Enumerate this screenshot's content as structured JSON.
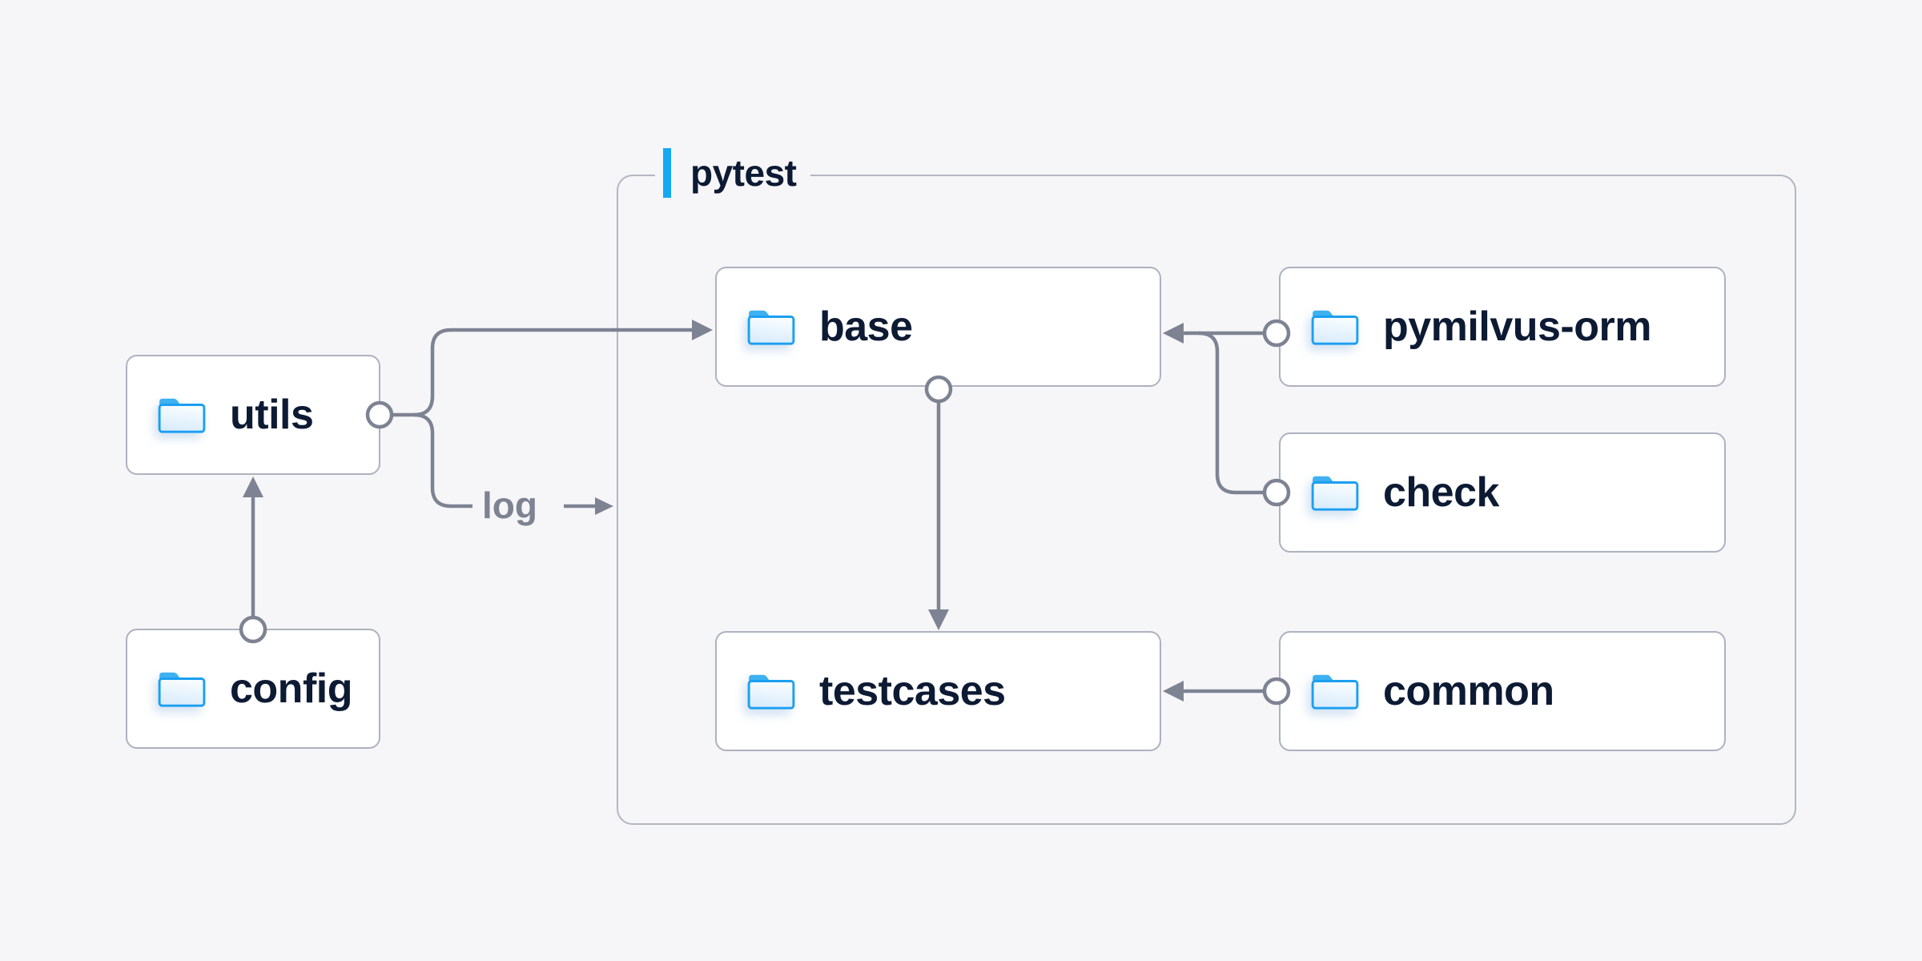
{
  "diagram": {
    "group_label": "pytest",
    "edge_label": "log",
    "nodes": [
      {
        "id": "utils",
        "label": "utils"
      },
      {
        "id": "config",
        "label": "config"
      },
      {
        "id": "base",
        "label": "base"
      },
      {
        "id": "pymilvus-orm",
        "label": "pymilvus-orm"
      },
      {
        "id": "check",
        "label": "check"
      },
      {
        "id": "testcases",
        "label": "testcases"
      },
      {
        "id": "common",
        "label": "common"
      }
    ],
    "edges": [
      {
        "from": "config",
        "to": "utils",
        "type": "arrow"
      },
      {
        "from": "utils",
        "to": "base",
        "type": "arrow"
      },
      {
        "from": "utils",
        "to": "log",
        "type": "labeled-arrow",
        "label": "log"
      },
      {
        "from": "base",
        "to": "testcases",
        "type": "arrow"
      },
      {
        "from": "pymilvus-orm",
        "to": "base",
        "type": "arrow"
      },
      {
        "from": "check",
        "to": "base",
        "type": "arrow"
      },
      {
        "from": "common",
        "to": "testcases",
        "type": "arrow"
      }
    ],
    "colors": {
      "background": "#f6f6f8",
      "node_background": "#ffffff",
      "node_border": "#aeb1bf",
      "group_border": "#b4b6c3",
      "line_gray": "#7e8393",
      "text_navy": "#0d1a33",
      "edge_label_gray": "#7e8391",
      "accent_bar_blue": "#14a9f4",
      "folder_stroke_blue": "#1b9ff1",
      "folder_tab_blue": "#3eb1f0",
      "folder_fill_light": "#f7fcff",
      "folder_fill_dark": "#d6eafa"
    }
  }
}
